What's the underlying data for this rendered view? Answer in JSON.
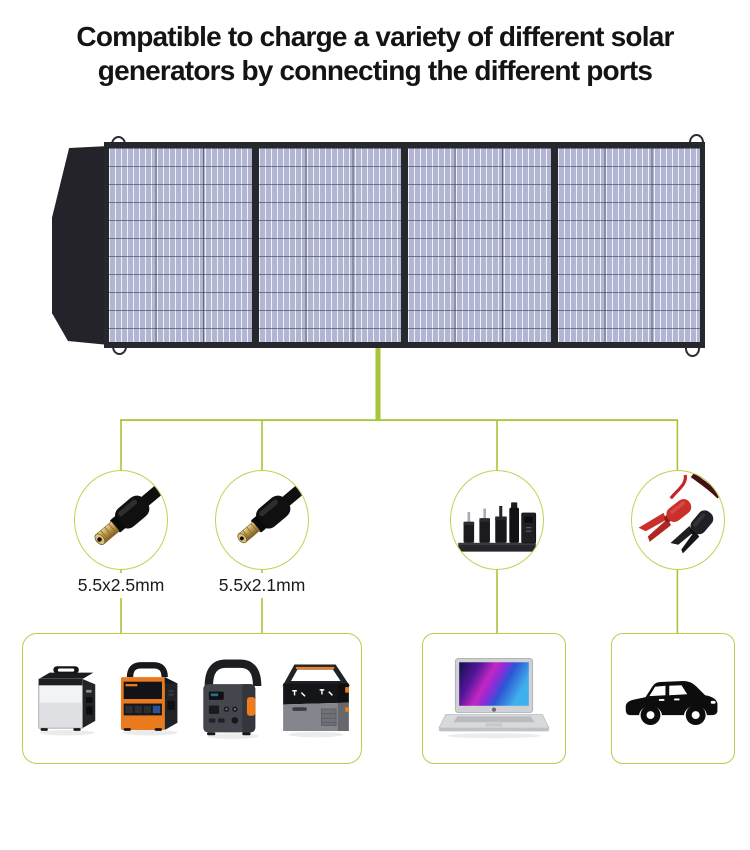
{
  "title": {
    "line1": "Compatible to charge a variety of different solar",
    "line2": "generators by connecting the different ports"
  },
  "diagram": {
    "source": {
      "icon": "foldable-solar-panel",
      "folds": 4,
      "hanging_rings": 4
    },
    "connectors": [
      {
        "icon": "dc-barrel-plug-icon",
        "label": "5.5x2.5mm"
      },
      {
        "icon": "dc-barrel-plug-icon",
        "label": "5.5x2.1mm"
      },
      {
        "icon": "dc-adapter-tips-set-icon",
        "label": ""
      },
      {
        "icon": "battery-clamps-icon",
        "label": ""
      }
    ],
    "targets": [
      {
        "icon": "portable-power-stations",
        "items": [
          "silver-power-station",
          "orange-power-station",
          "dark-power-station",
          "black-gray-power-station"
        ]
      },
      {
        "icon": "laptop"
      },
      {
        "icon": "car"
      }
    ]
  },
  "colors": {
    "accent_line": "#a7c636",
    "circle_border": "#c3d055",
    "box_border": "#b9cd4e",
    "panel_cell": "#b2b6d2",
    "panel_frame": "#26282e",
    "orange_accent": "#ee7c1f",
    "clamp_red": "#c1272d",
    "laptop_screen_blue": "#2d55d4",
    "laptop_screen_magenta": "#c227c2"
  }
}
